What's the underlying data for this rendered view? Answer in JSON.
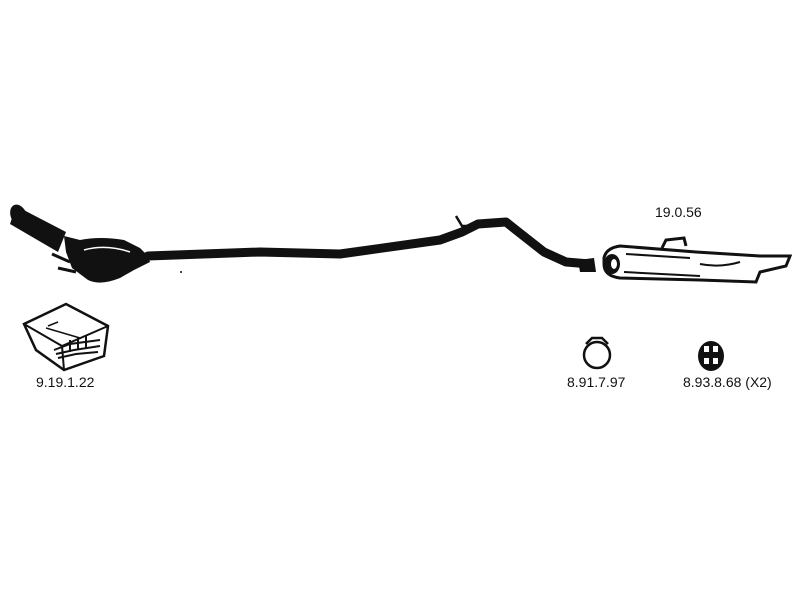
{
  "parts": [
    {
      "id": "rear-muffler",
      "part_number": "19.0.56"
    },
    {
      "id": "fitting-kit",
      "part_number": "9.19.1.22"
    },
    {
      "id": "clamp",
      "part_number": "8.91.7.97"
    },
    {
      "id": "rubber-hanger",
      "part_number": "8.93.8.68 (X2)"
    }
  ],
  "colors": {
    "line": "#111111",
    "background": "#ffffff"
  }
}
